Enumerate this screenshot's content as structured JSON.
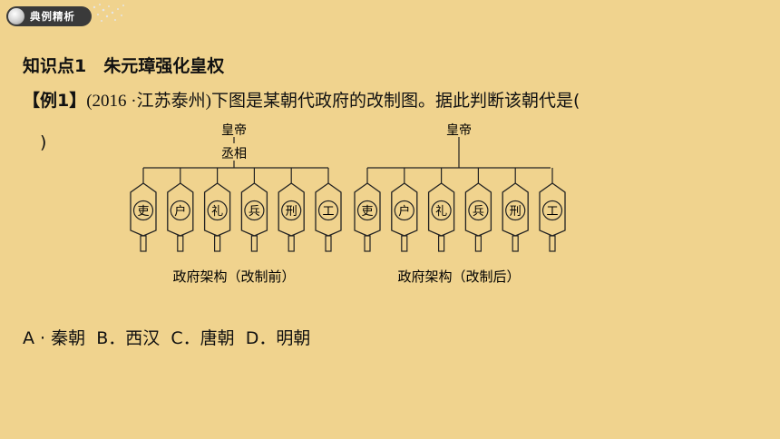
{
  "badge": {
    "label": "典例精析"
  },
  "heading": {
    "text": "知识点1　朱元璋强化皇权"
  },
  "question": {
    "tag": "【例1】",
    "source": "(2016 ·江苏泰州)",
    "text": "下图是某朝代政府的改制图。据此判断该朝代是(",
    "blank": ")"
  },
  "diagram": {
    "before": {
      "top": [
        "皇帝",
        "丞相"
      ],
      "ministries": [
        "吏",
        "户",
        "礼",
        "兵",
        "刑",
        "工"
      ],
      "caption": "政府架构（改制前）"
    },
    "after": {
      "top": [
        "皇帝"
      ],
      "ministries": [
        "吏",
        "户",
        "礼",
        "兵",
        "刑",
        "工"
      ],
      "caption": "政府架构（改制后）"
    }
  },
  "options": [
    {
      "label": "A · 秦朝"
    },
    {
      "label": "B．西汉"
    },
    {
      "label": "C．唐朝"
    },
    {
      "label": "D．明朝"
    }
  ]
}
